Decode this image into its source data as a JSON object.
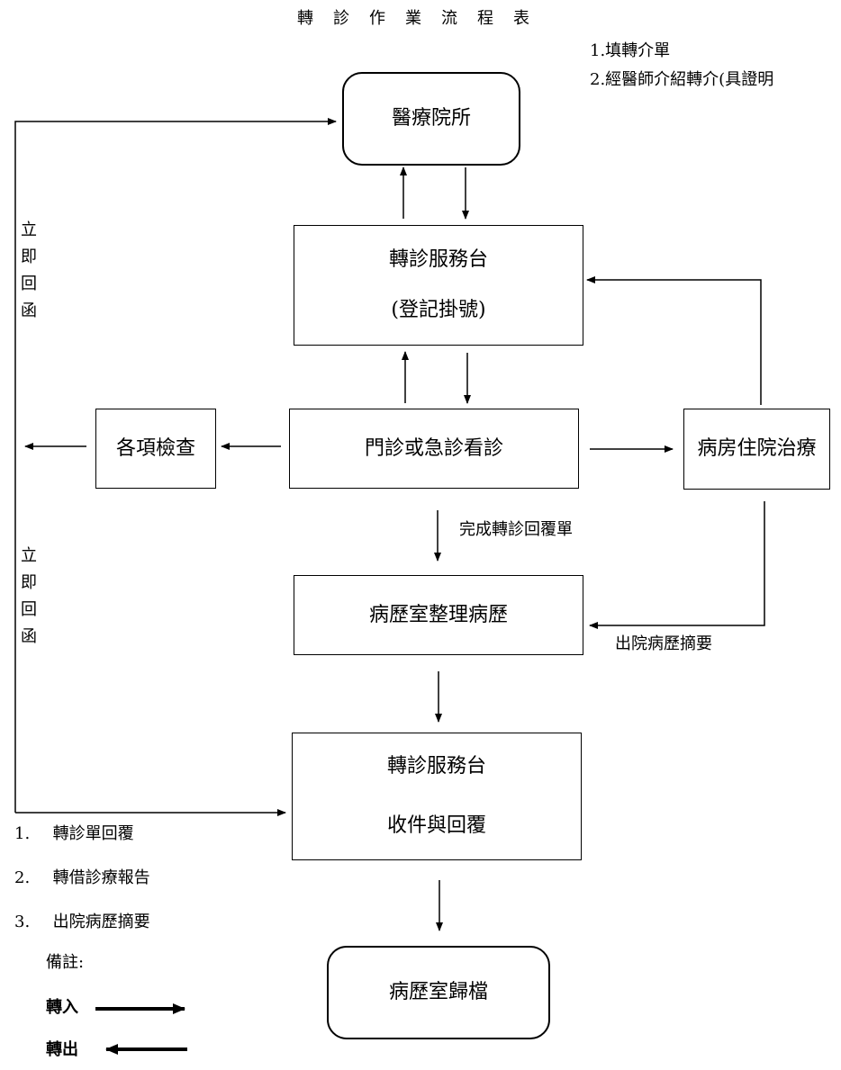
{
  "title": "轉診作業流程表",
  "top_notes": [
    "1.填轉介單",
    "2.經醫師介紹轉介(具證明"
  ],
  "nodes": {
    "hospital": "醫療院所",
    "desk_top_line1": "轉診服務台",
    "desk_top_line2": "(登記掛號)",
    "exams": "各項檢查",
    "clinic": "門診或急診看診",
    "ward": "病房住院治療",
    "records_room": "病歷室整理病歷",
    "desk_bottom_line1": "轉診服務台",
    "desk_bottom_line2": "收件與回覆",
    "archive": "病歷室歸檔"
  },
  "edge_labels": {
    "complete_reply": "完成轉診回覆單",
    "discharge_summary": "出院病歷摘要",
    "immediate_reply_chars": [
      "立",
      "即",
      "回",
      "函"
    ]
  },
  "bottom_notes": {
    "items": [
      {
        "num": "1.",
        "text": "轉診單回覆"
      },
      {
        "num": "2.",
        "text": "轉借診療報告"
      },
      {
        "num": "3.",
        "text": "出院病歷摘要"
      }
    ],
    "remark_label": "備註:",
    "legend_in": "轉入",
    "legend_out": "轉出"
  }
}
